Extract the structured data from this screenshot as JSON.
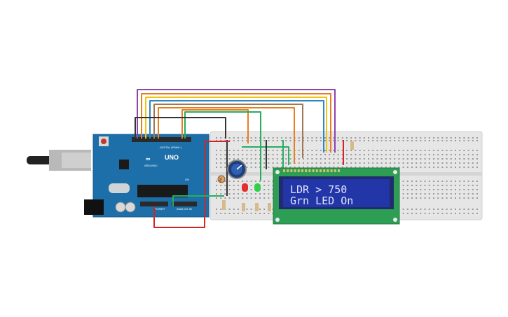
{
  "lcd": {
    "line1": "LDR > 750",
    "line2": "Grn LED On"
  },
  "arduino": {
    "model": "UNO",
    "brand": "ARDUINO",
    "digital_label": "DIGITAL (PWM~)",
    "power_label": "POWER",
    "analog_label": "ANALOG IN",
    "on_label": "ON"
  },
  "colors": {
    "board": "#1c6fa8",
    "breadboard": "#e6e6e6",
    "lcd_pcb": "#2e9e55",
    "lcd_screen": "#2236a8",
    "wire_purple": "#8e44ad",
    "wire_orange": "#e67e22",
    "wire_yellow": "#f1c40f",
    "wire_blue": "#2e86c1",
    "wire_green": "#27ae60",
    "wire_black": "#333333",
    "wire_red": "#d62424",
    "wire_brown": "#a07850"
  },
  "components": {
    "potentiometer": "potentiometer",
    "ldr": "photoresistor",
    "red_led": "red LED",
    "green_led": "green LED"
  }
}
